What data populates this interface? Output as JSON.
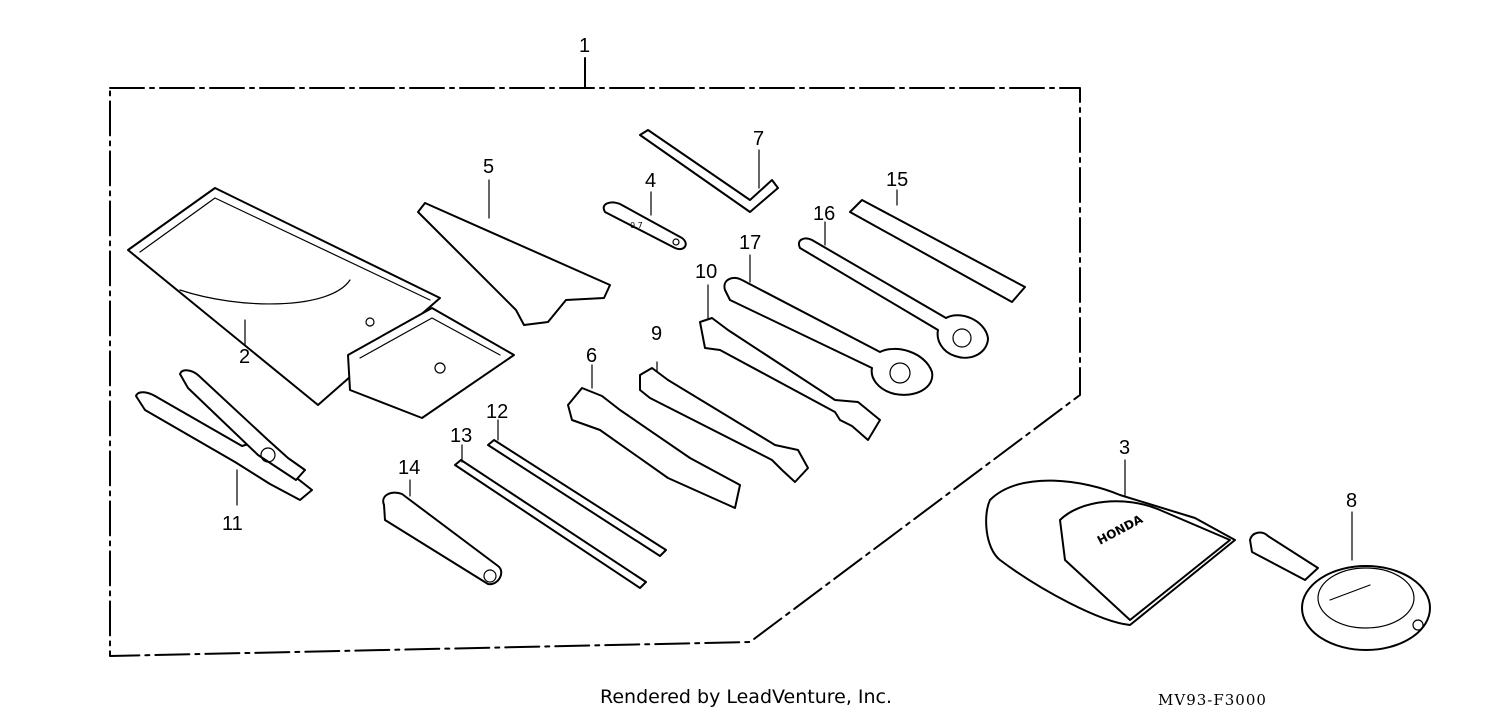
{
  "diagram": {
    "labels": {
      "l1": "1",
      "l2": "2",
      "l3": "3",
      "l4": "4",
      "l5": "5",
      "l6": "6",
      "l7": "7",
      "l8": "8",
      "l9": "9",
      "l10": "10",
      "l11": "11",
      "l12": "12",
      "l13": "13",
      "l14": "14",
      "l15": "15",
      "l16": "16",
      "l17": "17"
    },
    "pouch_brand": "HONDA",
    "feeler_text": "0.7"
  },
  "footer": {
    "credit": "Rendered by LeadVenture, Inc.",
    "code": "MV93-F3000"
  }
}
